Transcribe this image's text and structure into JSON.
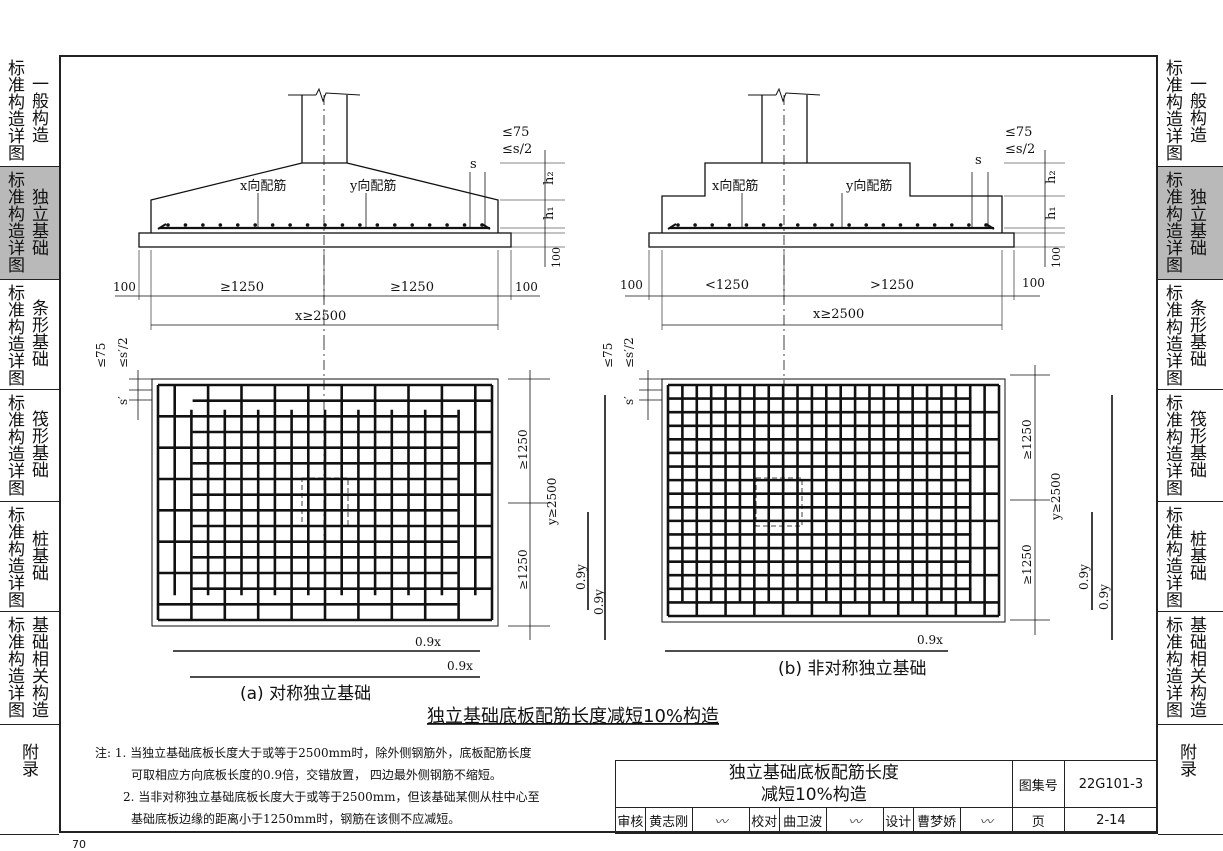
{
  "left_tabs": [
    {
      "main": "标准构造详图",
      "sub": "一般构造",
      "active": false
    },
    {
      "main": "标准构造详图",
      "sub": "独立基础",
      "active": true
    },
    {
      "main": "标准构造详图",
      "sub": "条形基础",
      "active": false
    },
    {
      "main": "标准构造详图",
      "sub": "筏形基础",
      "active": false
    },
    {
      "main": "标准构造详图",
      "sub": "桩基础",
      "active": false
    },
    {
      "main": "标准构造详图",
      "sub": "基础相关构造",
      "active": false
    },
    {
      "main": "附录",
      "sub": "",
      "active": false
    }
  ],
  "right_tabs": [
    {
      "main": "标准构造详图",
      "sub": "一般构造",
      "active": false
    },
    {
      "main": "标准构造详图",
      "sub": "独立基础",
      "active": true
    },
    {
      "main": "标准构造详图",
      "sub": "条形基础",
      "active": false
    },
    {
      "main": "标准构造详图",
      "sub": "筏形基础",
      "active": false
    },
    {
      "main": "标准构造详图",
      "sub": "桩基础",
      "active": false
    },
    {
      "main": "标准构造详图",
      "sub": "基础相关构造",
      "active": false
    },
    {
      "main": "附录",
      "sub": "",
      "active": false
    }
  ],
  "diagram_a": {
    "label_x_rebar": "x向配筋",
    "label_y_rebar": "y向配筋",
    "dim_le75": "≤75",
    "dim_les2": "≤s/2",
    "dim_s": "s",
    "dim_h2": "h₂",
    "dim_h1": "h₁",
    "dim_100": "100",
    "dim_left": "≥1250",
    "dim_right": "≥1250",
    "dim_total": "x≥2500",
    "plan_le75": "≤75",
    "plan_les2": "≤s′/2",
    "plan_s": "s′",
    "plan_y_top": "≥1250",
    "plan_y_bottom": "≥1250",
    "plan_y_total": "y≥2500",
    "plan_09y_a": "0.9y",
    "plan_09y_b": "0.9y",
    "plan_09x_a": "0.9x",
    "plan_09x_b": "0.9x",
    "caption": "(a)  对称独立基础"
  },
  "diagram_b": {
    "label_x_rebar": "x向配筋",
    "label_y_rebar": "y向配筋",
    "dim_le75": "≤75",
    "dim_les2": "≤s/2",
    "dim_s": "s",
    "dim_h2": "h₂",
    "dim_h1": "h₁",
    "dim_100": "100",
    "dim_left": "<1250",
    "dim_right": ">1250",
    "dim_total": "x≥2500",
    "plan_le75": "≤75",
    "plan_les2": "≤s′/2",
    "plan_s": "s′",
    "plan_y_top": "≥1250",
    "plan_y_bottom": "≥1250",
    "plan_y_total": "y≥2500",
    "plan_09y_a": "0.9y",
    "plan_09y_b": "0.9y",
    "plan_09x": "0.9x",
    "caption": "(b)  非对称独立基础"
  },
  "figure_title": "独立基础底板配筋长度减短10%构造",
  "notes": {
    "prefix": "注:",
    "n1_line1": "1. 当独立基础底板长度大于或等于2500mm时，除外侧钢筋外，底板配筋长度",
    "n1_line2": "可取相应方向底板长度的0.9倍，交错放置， 四边最外侧钢筋不缩短。",
    "n2_line1": "2. 当非对称独立基础底板长度大于或等于2500mm，但该基础某侧从柱中心至",
    "n2_line2": "基础底板边缘的距离小于1250mm时，钢筋在该侧不应减短。"
  },
  "title_block": {
    "title_line1": "独立基础底板配筋长度",
    "title_line2": "减短10%构造",
    "atlas_label": "图集号",
    "atlas_no": "22G101-3",
    "page_label": "页",
    "page_no": "2-14",
    "review_label": "审核",
    "reviewer": "黄志刚",
    "check_label": "校对",
    "checker": "曲卫波",
    "design_label": "设计",
    "designer": "曹梦娇"
  },
  "page_number": "70"
}
